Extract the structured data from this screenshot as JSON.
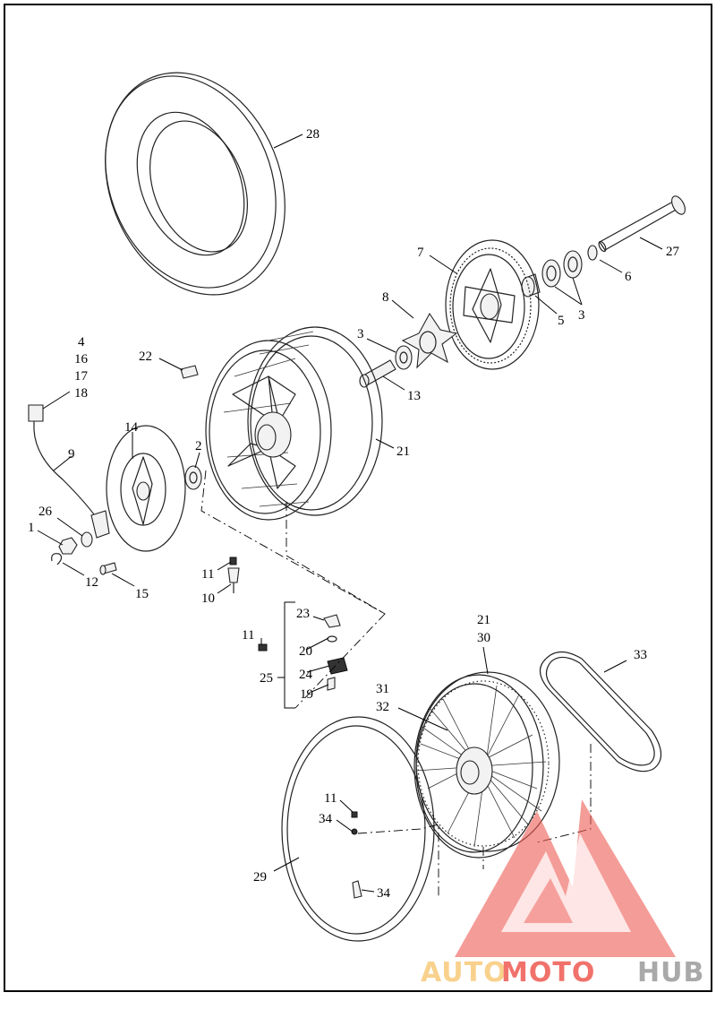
{
  "callouts": [
    {
      "id": "c28",
      "text": "28"
    },
    {
      "id": "c27",
      "text": "27"
    },
    {
      "id": "c7",
      "text": "7"
    },
    {
      "id": "c6",
      "text": "6"
    },
    {
      "id": "c5",
      "text": "5"
    },
    {
      "id": "c3a",
      "text": "3"
    },
    {
      "id": "c3b",
      "text": "3"
    },
    {
      "id": "c8",
      "text": "8"
    },
    {
      "id": "c13",
      "text": "13"
    },
    {
      "id": "c21a",
      "text": "21"
    },
    {
      "id": "c22",
      "text": "22"
    },
    {
      "id": "c4",
      "text": "4"
    },
    {
      "id": "c16",
      "text": "16"
    },
    {
      "id": "c17",
      "text": "17"
    },
    {
      "id": "c18",
      "text": "18"
    },
    {
      "id": "c14",
      "text": "14"
    },
    {
      "id": "c9",
      "text": "9"
    },
    {
      "id": "c2",
      "text": "2"
    },
    {
      "id": "c26",
      "text": "26"
    },
    {
      "id": "c1",
      "text": "1"
    },
    {
      "id": "c12",
      "text": "12"
    },
    {
      "id": "c15",
      "text": "15"
    },
    {
      "id": "c11a",
      "text": "11"
    },
    {
      "id": "c10",
      "text": "10"
    },
    {
      "id": "c23",
      "text": "23"
    },
    {
      "id": "c11b",
      "text": "11"
    },
    {
      "id": "c20",
      "text": "20"
    },
    {
      "id": "c24",
      "text": "24"
    },
    {
      "id": "c25",
      "text": "25"
    },
    {
      "id": "c19",
      "text": "19"
    },
    {
      "id": "c21b",
      "text": "21"
    },
    {
      "id": "c30",
      "text": "30"
    },
    {
      "id": "c31",
      "text": "31"
    },
    {
      "id": "c32",
      "text": "32"
    },
    {
      "id": "c33",
      "text": "33"
    },
    {
      "id": "c11c",
      "text": "11"
    },
    {
      "id": "c34a",
      "text": "34"
    },
    {
      "id": "c29",
      "text": "29"
    },
    {
      "id": "c34b",
      "text": "34"
    }
  ],
  "watermark": {
    "part1": "AUTO",
    "part2": "MOTO",
    "part3": "HUB",
    "color_light": "#f7c97a",
    "color_red": "#ee5a52",
    "color_gray": "#9b9b9b"
  }
}
